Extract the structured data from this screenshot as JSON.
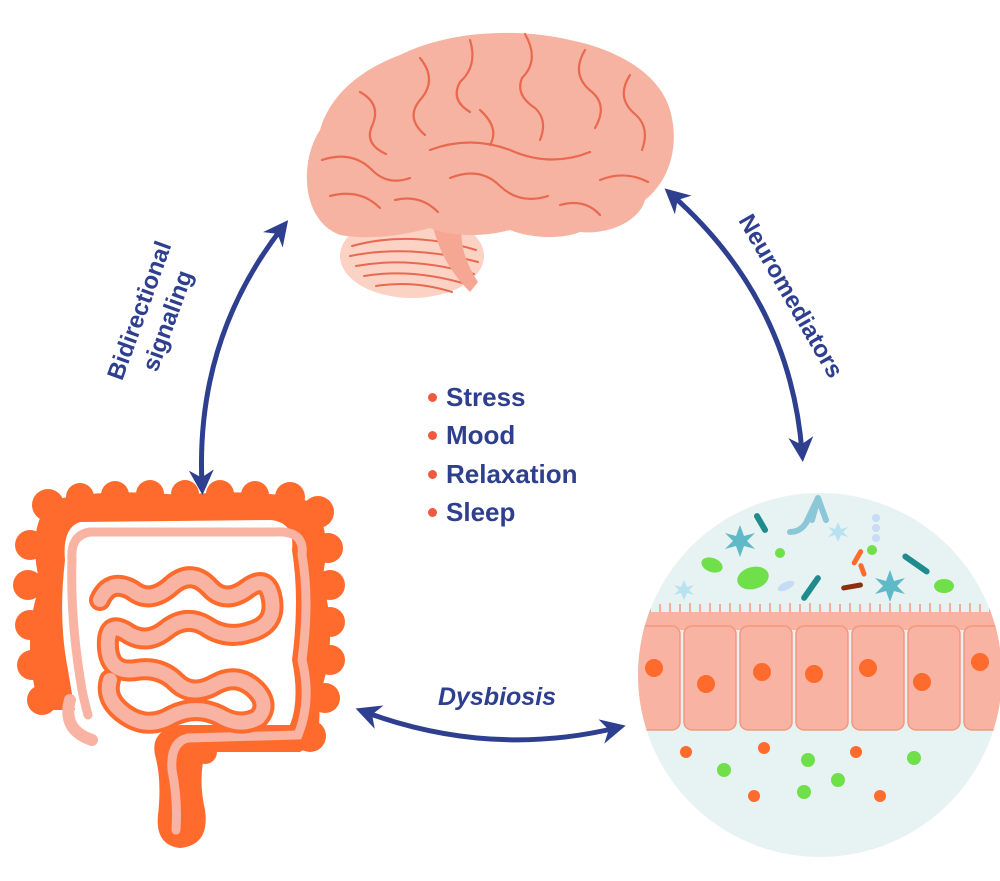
{
  "labels": {
    "left_arrow": [
      "Bidirectional",
      "signaling"
    ],
    "right_arrow": "Neuromediators",
    "bottom_arrow": "Dysbiosis"
  },
  "factors": [
    "Stress",
    "Mood",
    "Relaxation",
    "Sleep"
  ],
  "colors": {
    "arrow": "#2f3f8f",
    "brain": "#f7b3a2",
    "brain_fold": "#e8694f",
    "intestine": "#ff6b2c",
    "intestine_inner": "#f8b3a3",
    "bullet": "#ef5a3e",
    "microbiome_bg": "#e7f2f3",
    "cell": "#f8b3a3"
  },
  "icons": [
    "brain-icon",
    "intestine-icon",
    "gut-microbiome-icon"
  ]
}
